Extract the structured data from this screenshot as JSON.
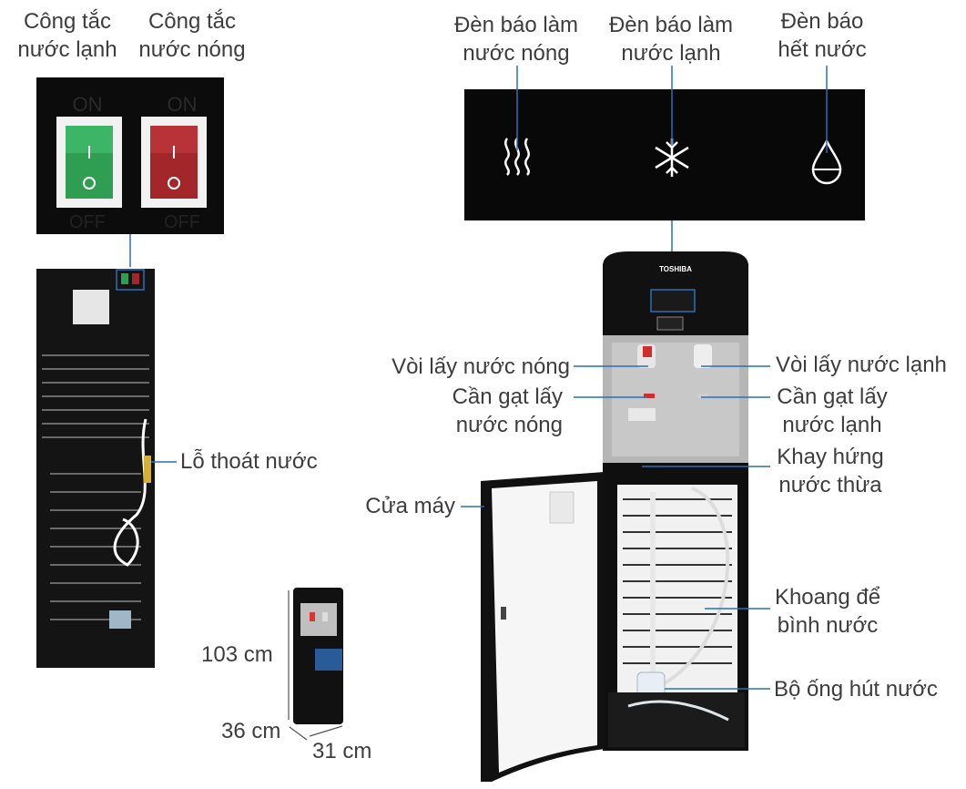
{
  "labels": {
    "cold_switch": [
      "Công tắc",
      "nước lạnh"
    ],
    "hot_switch": [
      "Công tắc",
      "nước nóng"
    ],
    "hot_indicator": [
      "Đèn báo làm",
      "nước nóng"
    ],
    "cold_indicator": [
      "Đèn báo làm",
      "nước lạnh"
    ],
    "empty_indicator": [
      "Đèn báo",
      "hết nước"
    ],
    "drain_hole": "Lỗ thoát nước",
    "hot_tap": "Vòi lấy nước nóng",
    "hot_lever": [
      "Cần gạt lấy",
      "nước nóng"
    ],
    "cold_tap": "Vòi lấy nước lạnh",
    "cold_lever": [
      "Cần gạt lấy",
      "nước lạnh"
    ],
    "drip_tray": [
      "Khay hứng",
      "nước thừa"
    ],
    "door": "Cửa máy",
    "bottle_compartment": [
      "Khoang để",
      "bình nước"
    ],
    "suction_tube": "Bộ ống hút nước"
  },
  "switch_marks": {
    "on": "ON",
    "off": "OFF"
  },
  "brand": "TOSHIBA",
  "dimensions": {
    "height": "103 cm",
    "depth": "36 cm",
    "width": "31 cm"
  },
  "icons": [
    "heat-waves-icon",
    "snowflake-icon",
    "water-drop-icon"
  ],
  "colors": {
    "leader_line": "#2b6fb8",
    "cold_switch": "#2f9e52",
    "hot_switch": "#a3262a",
    "body": "#111111"
  }
}
